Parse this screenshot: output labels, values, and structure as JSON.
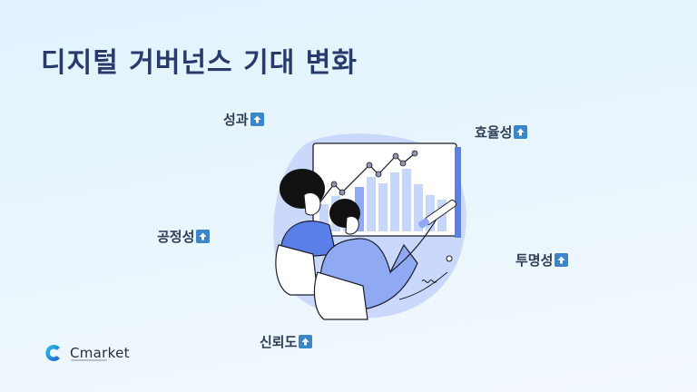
{
  "title": "디지털 거버넌스 기대 변화",
  "labels": [
    {
      "id": "performance",
      "text": "성과",
      "icon": "arrow-up-icon"
    },
    {
      "id": "efficiency",
      "text": "효율성",
      "icon": "arrow-up-icon"
    },
    {
      "id": "fairness",
      "text": "공정성",
      "icon": "arrow-up-icon"
    },
    {
      "id": "transparency",
      "text": "투명성",
      "icon": "arrow-up-icon"
    },
    {
      "id": "trust",
      "text": "신뢰도",
      "icon": "arrow-up-icon"
    }
  ],
  "logo": {
    "name": "Cmarket"
  },
  "colors": {
    "title": "#283a6b",
    "label": "#2f3d57",
    "arrow_badge": "#3a86c8",
    "illustration_blue": "#5b7fe8",
    "illustration_light": "#c7d6fb"
  }
}
